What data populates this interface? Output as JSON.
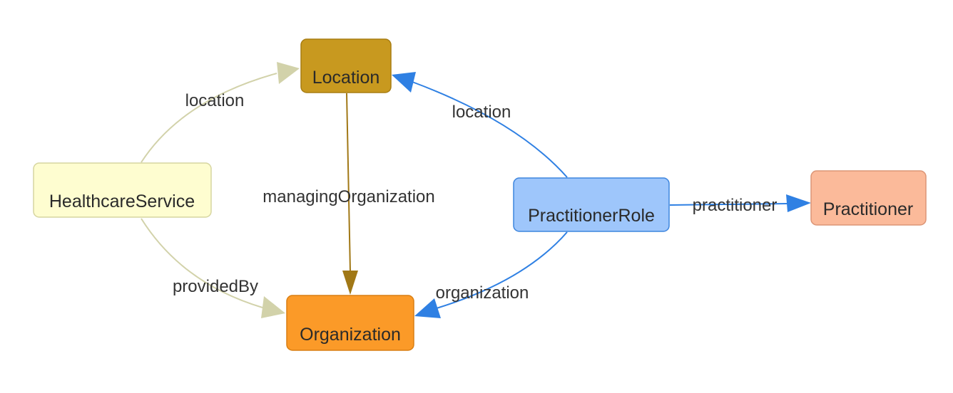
{
  "nodes": {
    "location": {
      "label": "Location",
      "fill": "#c8991f",
      "stroke": "#a87d12"
    },
    "healthcare_service": {
      "label": "HealthcareService",
      "fill": "#fefdd0",
      "stroke": "#d6d5a0"
    },
    "organization": {
      "label": "Organization",
      "fill": "#fb9a28",
      "stroke": "#d97e12"
    },
    "practitioner_role": {
      "label": "PractitionerRole",
      "fill": "#9ec6fb",
      "stroke": "#3d85de"
    },
    "practitioner": {
      "label": "Practitioner",
      "fill": "#fbba9a",
      "stroke": "#dc9576"
    }
  },
  "edges": {
    "hs_location": {
      "label": "location",
      "color": "#d2d2aa"
    },
    "hs_provided_by": {
      "label": "providedBy",
      "color": "#d2d2aa"
    },
    "loc_managing_org": {
      "label": "managingOrganization",
      "color": "#a17816"
    },
    "pr_location": {
      "label": "location",
      "color": "#2f80e3"
    },
    "pr_organization": {
      "label": "organization",
      "color": "#2f80e3"
    },
    "pr_practitioner": {
      "label": "practitioner",
      "color": "#2f80e3"
    }
  }
}
